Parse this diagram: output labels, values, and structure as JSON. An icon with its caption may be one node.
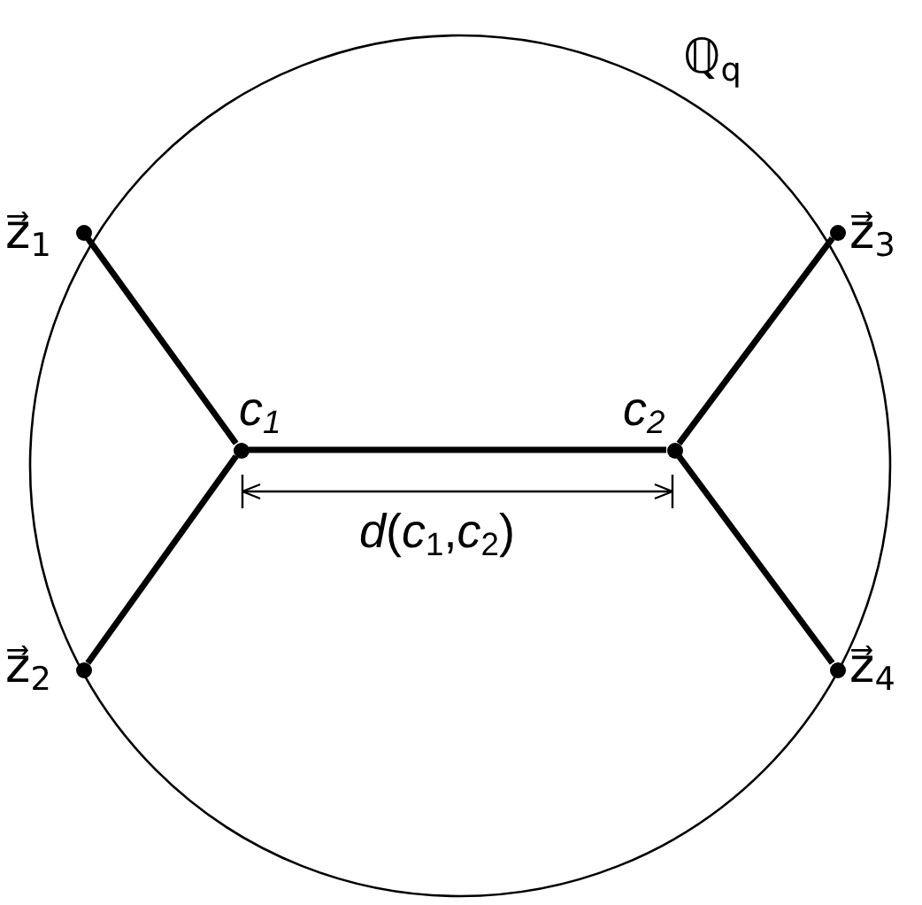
{
  "diagram": {
    "nodes": [
      {
        "text": [],
        "shape": "circle",
        "beside": [
          "ℚ$_{q}$"
        ]
      },
      {
        "text": [],
        "shape": "circle",
        "in": 0,
        "beside": [
          "z⃗$_{1}$"
        ]
      },
      {
        "text": [],
        "shape": "circle",
        "in": 0,
        "beside": [
          "z⃗$_{2}$"
        ]
      },
      {
        "text": [],
        "shape": "circle",
        "in": 0,
        "beside": [
          "c$_{1}$"
        ]
      },
      {
        "text": [],
        "shape": "circle",
        "in": 0,
        "beside": [
          "c$_{2}$"
        ]
      },
      {
        "text": [],
        "shape": "circle",
        "in": 0,
        "beside": [
          "z⃗$_{3}$"
        ]
      },
      {
        "text": [],
        "shape": "circle",
        "in": 0,
        "beside": [
          "z⃗$_{4}$"
        ]
      }
    ],
    "edges": [
      {
        "from": 1,
        "to": 3,
        "arrow": "none"
      },
      {
        "from": 2,
        "to": 3,
        "arrow": "none"
      },
      {
        "from": 3,
        "to": 4,
        "arrow": "none"
      },
      {
        "from": 4,
        "to": 5,
        "arrow": "none"
      },
      {
        "from": 4,
        "to": 6,
        "arrow": "none"
      }
    ],
    "labels": [
      "*d*(*c*$_{1}$,*c*$_{2}$)"
    ]
  }
}
